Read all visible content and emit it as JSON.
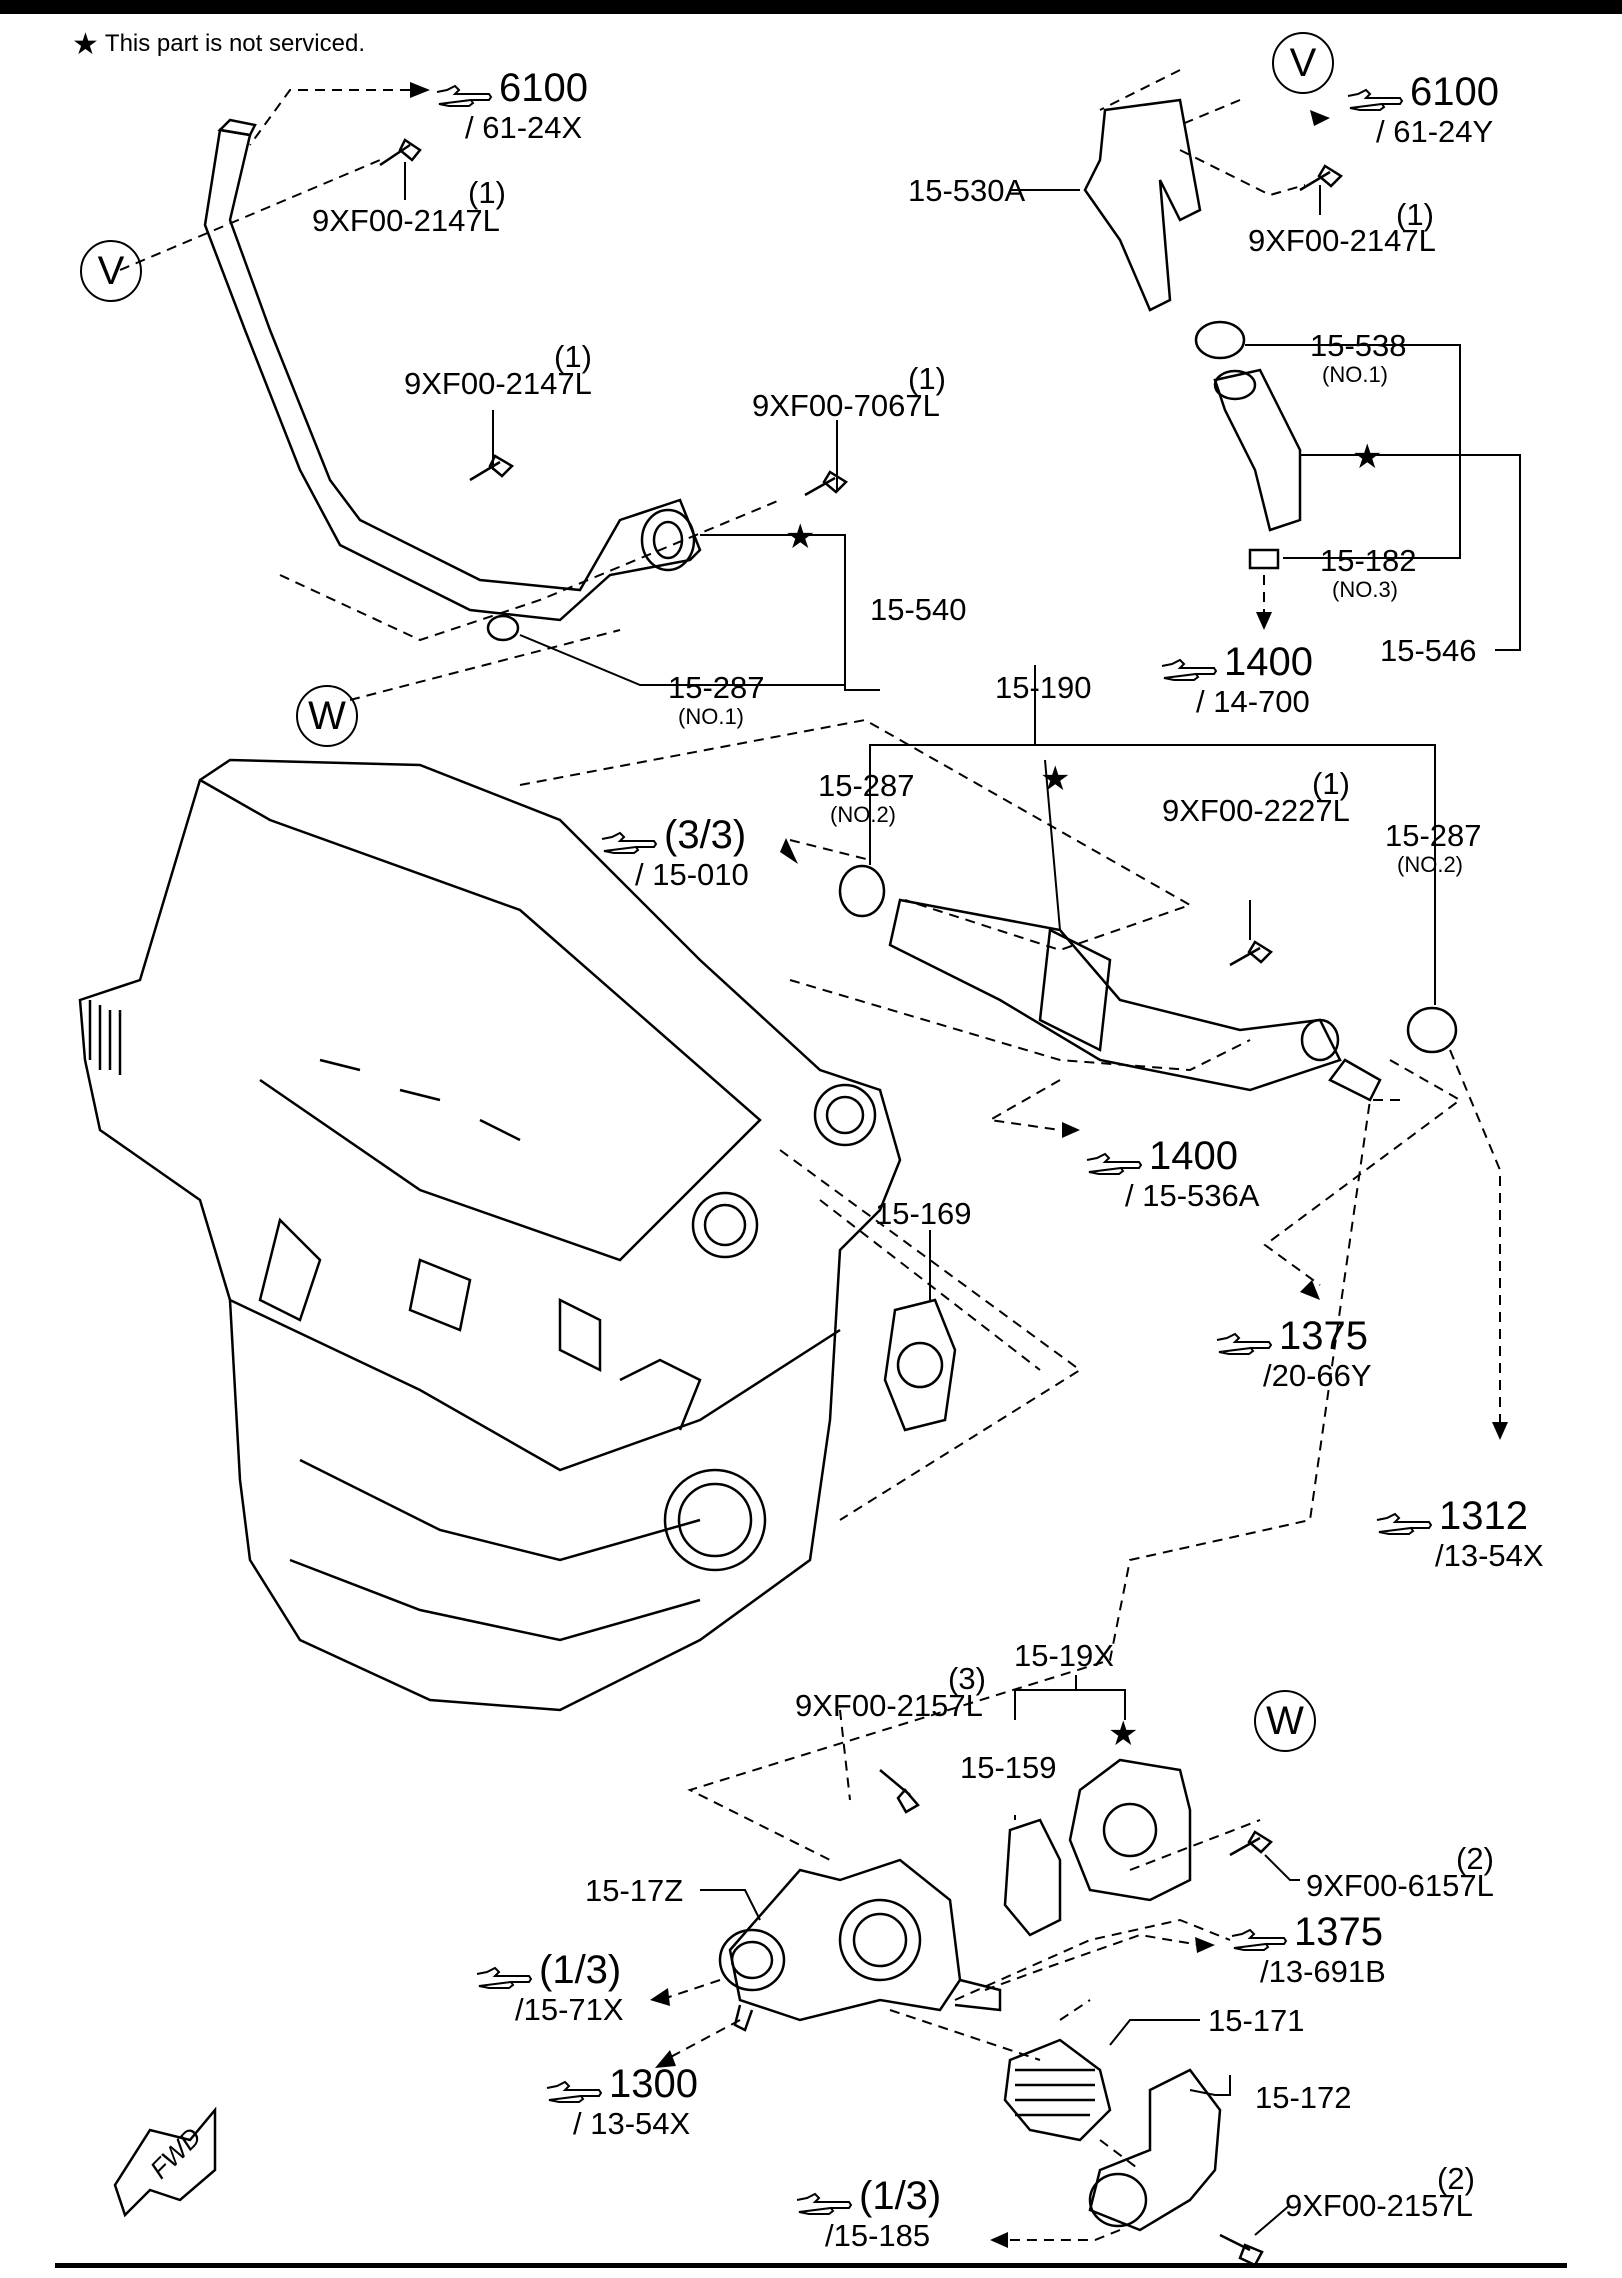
{
  "note": {
    "star": "★",
    "text": "This part is not serviced."
  },
  "circles": {
    "v_left": "V",
    "v_right": "V",
    "w_left": "W",
    "w_right": "W"
  },
  "parts": {
    "bolt_tl": "9XF00-2147L",
    "bolt_tl_qty": "(1)",
    "bolt_ml": "9XF00-2147L",
    "bolt_ml_qty": "(1)",
    "bolt_mm": "9XF00-7067L",
    "bolt_mm_qty": "(1)",
    "pipe_540": "15-540",
    "gasket_287_no1": "15-287",
    "gasket_287_no1_sub": "(NO.1)",
    "hose_530a": "15-530A",
    "bolt_tr": "9XF00-2147L",
    "bolt_tr_qty": "(1)",
    "clamp_538": "15-538",
    "clamp_538_sub": "(NO.1)",
    "clamp_182": "15-182",
    "clamp_182_sub": "(NO.3)",
    "hose_546": "15-546",
    "pipe_190": "15-190",
    "gasket_287_l": "15-287",
    "gasket_287_l_sub": "(NO.2)",
    "bolt_2227": "9XF00-2227L",
    "bolt_2227_qty": "(1)",
    "gasket_287_r": "15-287",
    "gasket_287_r_sub": "(NO.2)",
    "gasket_169": "15-169",
    "assy_19x": "15-19X",
    "bolt_2157_top": "9XF00-2157L",
    "bolt_2157_top_qty": "(3)",
    "gasket_159": "15-159",
    "bolt_6157": "9XF00-6157L",
    "bolt_6157_qty": "(2)",
    "housing_17z": "15-17Z",
    "thermostat_171": "15-171",
    "cover_172": "15-172",
    "bolt_2157_bot": "9XF00-2157L",
    "bolt_2157_bot_qty": "(2)"
  },
  "refs": {
    "r6100_l": {
      "num": "6100",
      "sub": "/ 61-24X"
    },
    "r6100_r": {
      "num": "6100",
      "sub": "/ 61-24Y"
    },
    "r1400_a": {
      "num": "1400",
      "sub": "/ 14-700"
    },
    "r33": {
      "num": "(3/3)",
      "sub": "/ 15-010"
    },
    "r1400_b": {
      "num": "1400",
      "sub": "/ 15-536A"
    },
    "r1375_a": {
      "num": "1375",
      "sub": "/20-66Y"
    },
    "r1312": {
      "num": "1312",
      "sub": "/13-54X"
    },
    "r1375_b": {
      "num": "1375",
      "sub": "/13-691B"
    },
    "r13_a": {
      "num": "(1/3)",
      "sub": "/15-71X"
    },
    "r1300": {
      "num": "1300",
      "sub": "/ 13-54X"
    },
    "r13_b": {
      "num": "(1/3)",
      "sub": "/15-185"
    }
  },
  "fwd": "FWD"
}
